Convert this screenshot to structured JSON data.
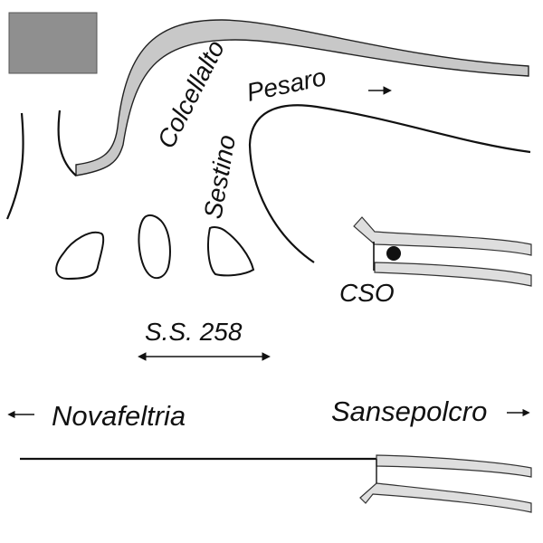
{
  "map": {
    "labels": {
      "colcellalto": "Colcellalto",
      "sestino": "Sestino",
      "pesaro": "Pesaro",
      "cso": "CSO",
      "ss258": "S.S. 258",
      "novafeltria": "Novafeltria",
      "sansepolcro": "Sansepolcro"
    },
    "colors": {
      "legend_box": "#8f8f8f",
      "top_road_fill": "#c8c8c8",
      "side_road_fill": "#dedede",
      "ink": "#111111",
      "background": "#ffffff"
    },
    "icons": {
      "direction_arrow": "right-arrow-icon",
      "two_way_arrow": "double-headed-arrow-icon",
      "location_marker": "filled-dot-icon"
    }
  }
}
